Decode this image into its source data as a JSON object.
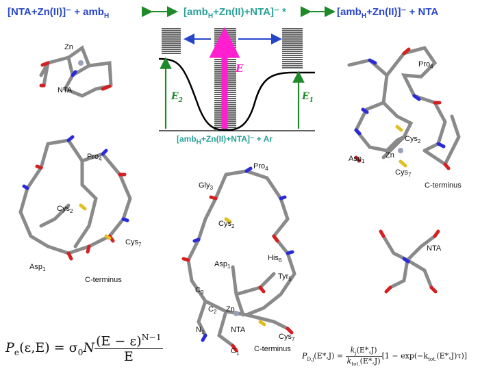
{
  "headers": {
    "left": "[NTA+Zn(II)]⁻ + amb",
    "left_sub": "H",
    "center": "[amb",
    "center_sub": "H",
    "center_rest": "+Zn(II)+NTA]⁻ *",
    "right": "[amb",
    "right_sub": "H",
    "right_rest": "+Zn(II)]⁻ + NTA"
  },
  "energy_diagram": {
    "energy_label": "E",
    "e2_label": "E",
    "e2_sub": "2",
    "e1_label": "E",
    "e1_sub": "1",
    "bottom_label_pre": "[amb",
    "bottom_label_sub": "H",
    "bottom_label_post": "+Zn(II)+NTA]⁻ + Ar"
  },
  "molecule_labels": {
    "zn_top": "Zn",
    "nta_top": "NTA",
    "pro4_right": "Pro",
    "cys2_right": "Cys",
    "asp1_right": "Asp",
    "zn_right": "Zn",
    "cys7_right": "Cys",
    "cterm_right": "C-terminus",
    "pro4_left": "Pro",
    "cys2_left": "Cys",
    "cys7_left": "Cys",
    "asp1_left": "Asp",
    "cterm_left": "C-terminus",
    "pro4_center": "Pro",
    "gly3_center": "Gly",
    "cys2_center": "Cys",
    "asp1_center": "Asp",
    "his6_center": "His",
    "tyr5_center": "Tyr",
    "c3_center": "C",
    "c2_center": "C",
    "zn_center": "Zn",
    "n1_center": "N",
    "nta_center": "NTA",
    "c1_center": "C",
    "cys7_center": "Cys",
    "cterm_center": "C-terminus",
    "nta_right_bottom": "NTA"
  },
  "subs": {
    "one": "1",
    "two": "2",
    "three": "3",
    "four": "4",
    "five": "5",
    "six": "6",
    "seven": "7"
  },
  "equations": {
    "pe_left": "P",
    "pe_sub": "e",
    "pe_args": "(ε,E) = σ",
    "pe_sigma_sub": "0",
    "pe_N": "N",
    "pe_num": "(E − ε)",
    "pe_exp": "N−1",
    "pe_den": "E",
    "pd_left": "P",
    "pd_sub": "D,j",
    "pd_args": "(E*,J) =",
    "pd_num": "k",
    "pd_num_sub": "j",
    "pd_num_rest": "(E*,J)",
    "pd_den": "k",
    "pd_den_sub": "tot.",
    "pd_den_rest": "(E*,J)",
    "pd_tail": "[1 − exp(−k",
    "pd_tail_sub": "tot.",
    "pd_tail_rest": "(E*,J)τ)]"
  },
  "colors": {
    "blue_text": "#2b49c9",
    "teal_text": "#2aa198",
    "green_arrow": "#1f8a2a",
    "blue_arrow": "#2446c8",
    "magenta_arrow": "#ff1fd0",
    "oxygen": "#d42020",
    "nitrogen": "#2a2ad8",
    "sulfur": "#e0c020",
    "carbon": "#8a8a8a",
    "hydrogen": "#f2f2f2"
  }
}
